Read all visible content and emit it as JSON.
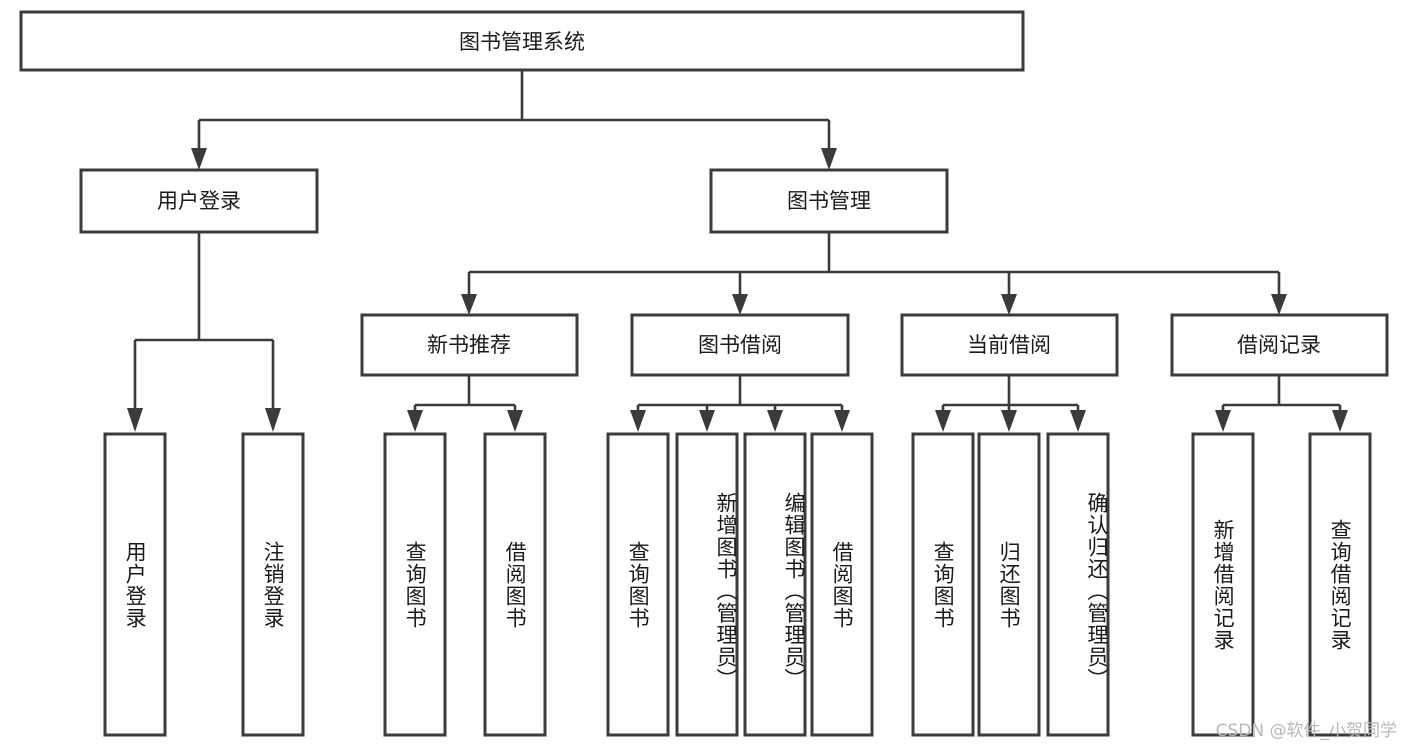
{
  "diagram": {
    "type": "tree",
    "title": "图书管理系统",
    "root": {
      "label": "图书管理系统"
    },
    "level2": [
      {
        "label": "用户登录"
      },
      {
        "label": "图书管理"
      }
    ],
    "level3": [
      {
        "label": "新书推荐"
      },
      {
        "label": "图书借阅"
      },
      {
        "label": "当前借阅"
      },
      {
        "label": "借阅记录"
      }
    ],
    "leaves": {
      "user_login": [
        {
          "label": "用户登录"
        },
        {
          "label": "注销登录"
        }
      ],
      "new_book_recommend": [
        {
          "label": "查询图书"
        },
        {
          "label": "借阅图书"
        }
      ],
      "book_borrow": [
        {
          "label": "查询图书"
        },
        {
          "label": "新增图书（管理员）"
        },
        {
          "label": "编辑图书（管理员）"
        },
        {
          "label": "借阅图书"
        }
      ],
      "current_borrow": [
        {
          "label": "查询图书"
        },
        {
          "label": "归还图书"
        },
        {
          "label": "确认归还（管理员）"
        }
      ],
      "borrow_record": [
        {
          "label": "新增借阅记录"
        },
        {
          "label": "查询借阅记录"
        }
      ]
    },
    "colors": {
      "box_stroke": "#3b3b3b",
      "box_fill": "#ffffff",
      "connector": "#3b3b3b",
      "text": "#1b1b1b",
      "watermark": "#b9b9b9"
    }
  },
  "watermark": {
    "text": "CSDN @软件_小贺同学"
  }
}
